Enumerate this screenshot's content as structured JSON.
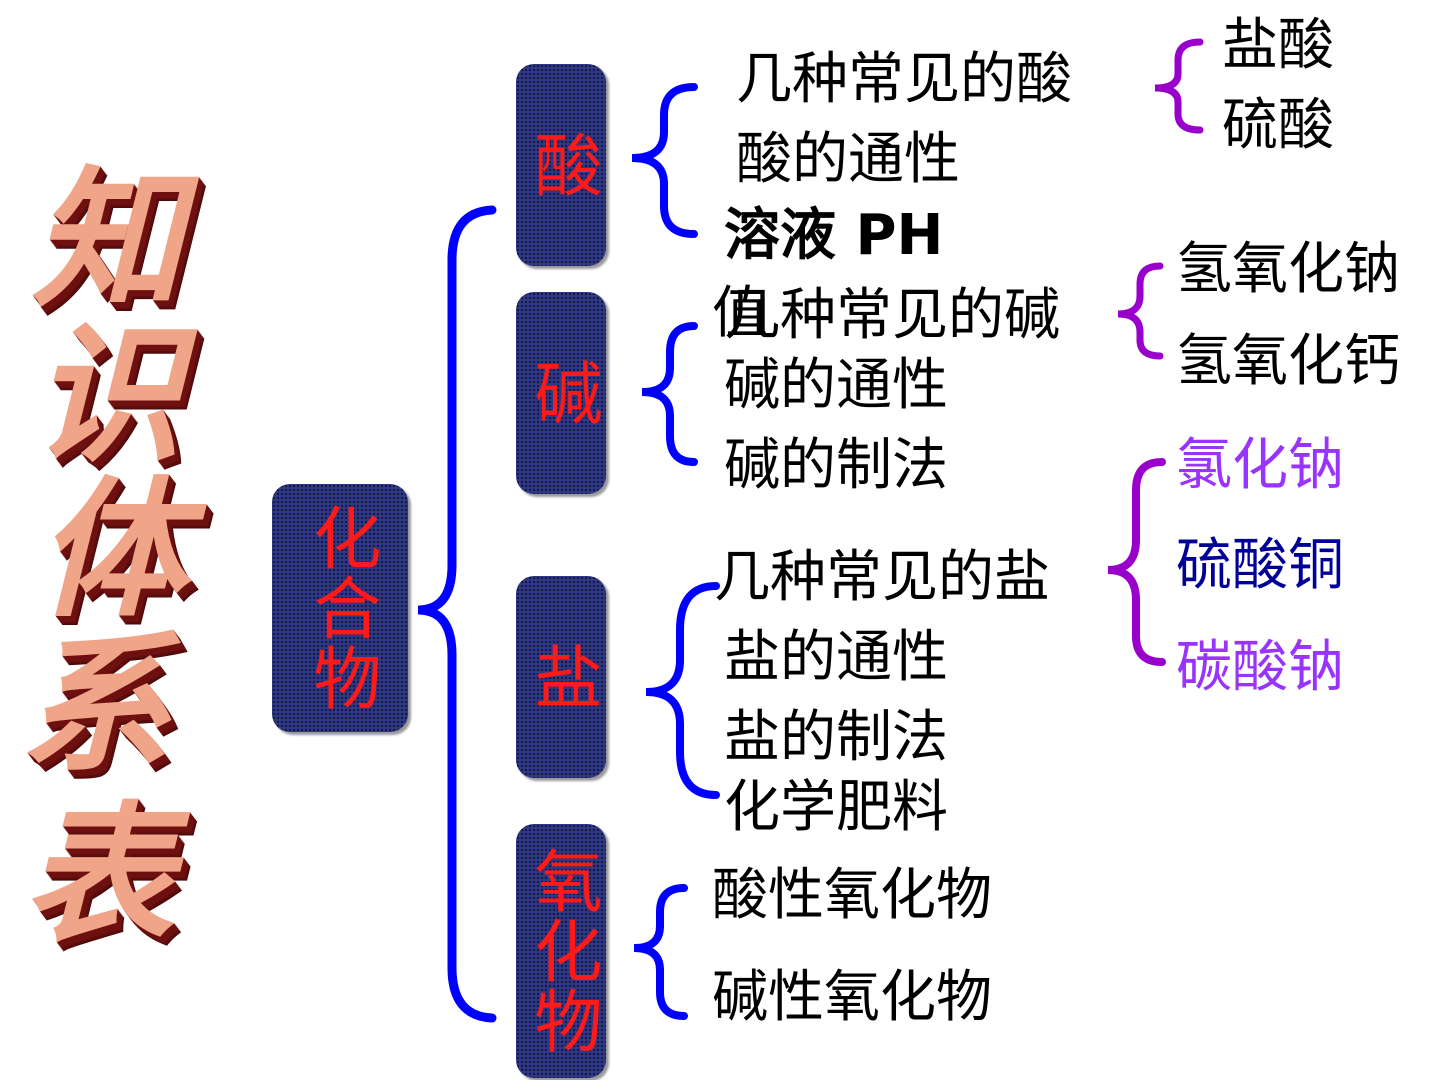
{
  "title": [
    "知",
    "识",
    "体",
    "系",
    "表"
  ],
  "root": {
    "label": "化合物"
  },
  "categories": [
    {
      "label": "酸",
      "items": [
        "几种常见的酸",
        "酸的通性",
        "溶液 PH"
      ]
    },
    {
      "label": "碱",
      "items": [
        "值",
        "几种常见的碱",
        "碱的通性",
        "碱的制法"
      ]
    },
    {
      "label": "盐",
      "items": [
        "几种常见的盐",
        "盐的通性",
        "盐的制法",
        "化学肥料"
      ]
    },
    {
      "label": "氧化物",
      "items": [
        "酸性氧化物",
        "碱性氧化物"
      ]
    }
  ],
  "examples": {
    "acid": [
      "盐酸",
      "硫酸"
    ],
    "base": [
      "氢氧化钠",
      "氢氧化钙"
    ],
    "salt": [
      "氯化钠",
      "硫酸铜",
      "碳酸钠"
    ]
  },
  "colors": {
    "title_face": "#f0a488",
    "title_shadow": "#6e1010",
    "box_fill": "#2e3886",
    "box_text": "#ff1a1a",
    "bracket_blue": "#0000ff",
    "bracket_purple": "#9900cc",
    "example_violet": "#9933ff",
    "example_navy": "#000099"
  }
}
